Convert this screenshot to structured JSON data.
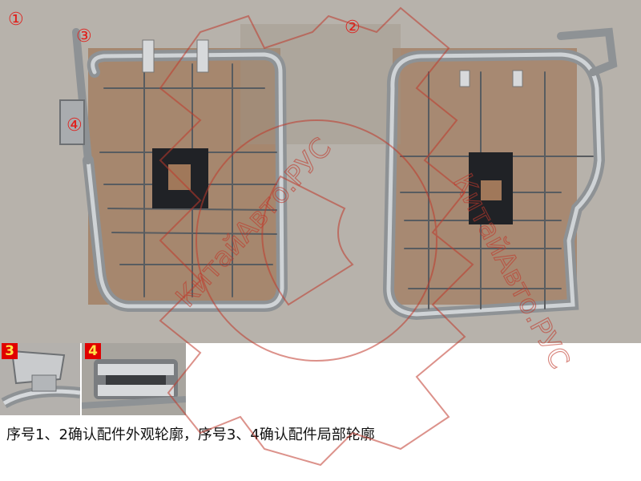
{
  "labels": {
    "circle1": "①",
    "circle2": "②",
    "circle3": "③",
    "circle4": "④",
    "badge3": "3",
    "badge4": "4"
  },
  "caption": "序号1、2确认配件外观轮廓，序号3、4确认配件局部轮廓",
  "watermark": {
    "text_upper": "КитайАвто.РУС",
    "text_right": "КитайАвто.РУС"
  },
  "colors": {
    "label_red": "#e0201c",
    "badge_red": "#e00000",
    "badge_text": "#ffe24a",
    "background_cardboard": "#b7b2ab",
    "metal": "#8a8d90",
    "watermark": "#c0392b"
  }
}
